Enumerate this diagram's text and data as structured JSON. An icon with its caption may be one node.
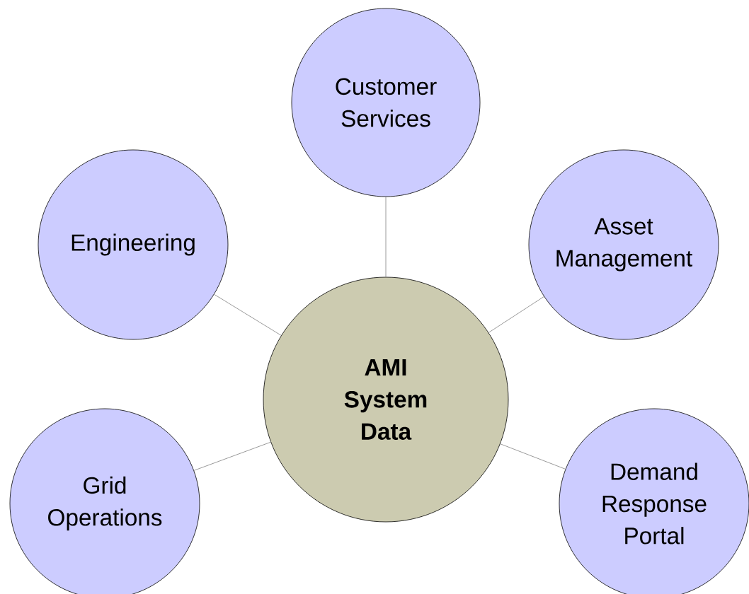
{
  "diagram": {
    "nodes": [
      {
        "text": [
          "Customer Services"
        ]
      },
      {
        "text": [
          "Engineering"
        ]
      },
      {
        "text": [
          "Asset Management"
        ]
      },
      {
        "text": [
          "AMI System Data"
        ]
      },
      {
        "text": [
          "Grid Operations"
        ]
      },
      {
        "text": [
          "Demand Response Portal"
        ]
      }
    ],
    "edges": [
      {
        "from": 3,
        "to": 0,
        "arrow": "none"
      },
      {
        "from": 3,
        "to": 1,
        "arrow": "none"
      },
      {
        "from": 3,
        "to": 2,
        "arrow": "none"
      },
      {
        "from": 3,
        "to": 4,
        "arrow": "none"
      },
      {
        "from": 3,
        "to": 5,
        "arrow": "none"
      }
    ]
  }
}
